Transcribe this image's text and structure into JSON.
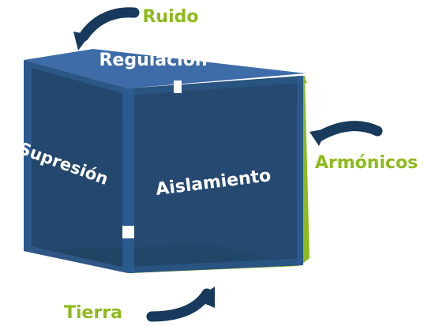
{
  "diagram": {
    "faces": {
      "top": "Regulación",
      "left": "Supresión",
      "front": "Aislamiento"
    },
    "external": {
      "noise": "Ruido",
      "harmonics": "Armónicos",
      "ground": "Tierra"
    }
  },
  "colors": {
    "navy": "#1f3f6e",
    "navy_dark": "#173a5d",
    "blue_face": "#2a5d95",
    "blue_top": "#3a69a6",
    "green": "#8dbb1a",
    "text_green": "#8dbb1a",
    "text_white": "#ffffff"
  },
  "icons": {
    "noise_arrow": "curved-arrow-icon",
    "harmonics_arrow": "curved-arrow-icon",
    "ground_arrow": "curved-arrow-icon"
  }
}
